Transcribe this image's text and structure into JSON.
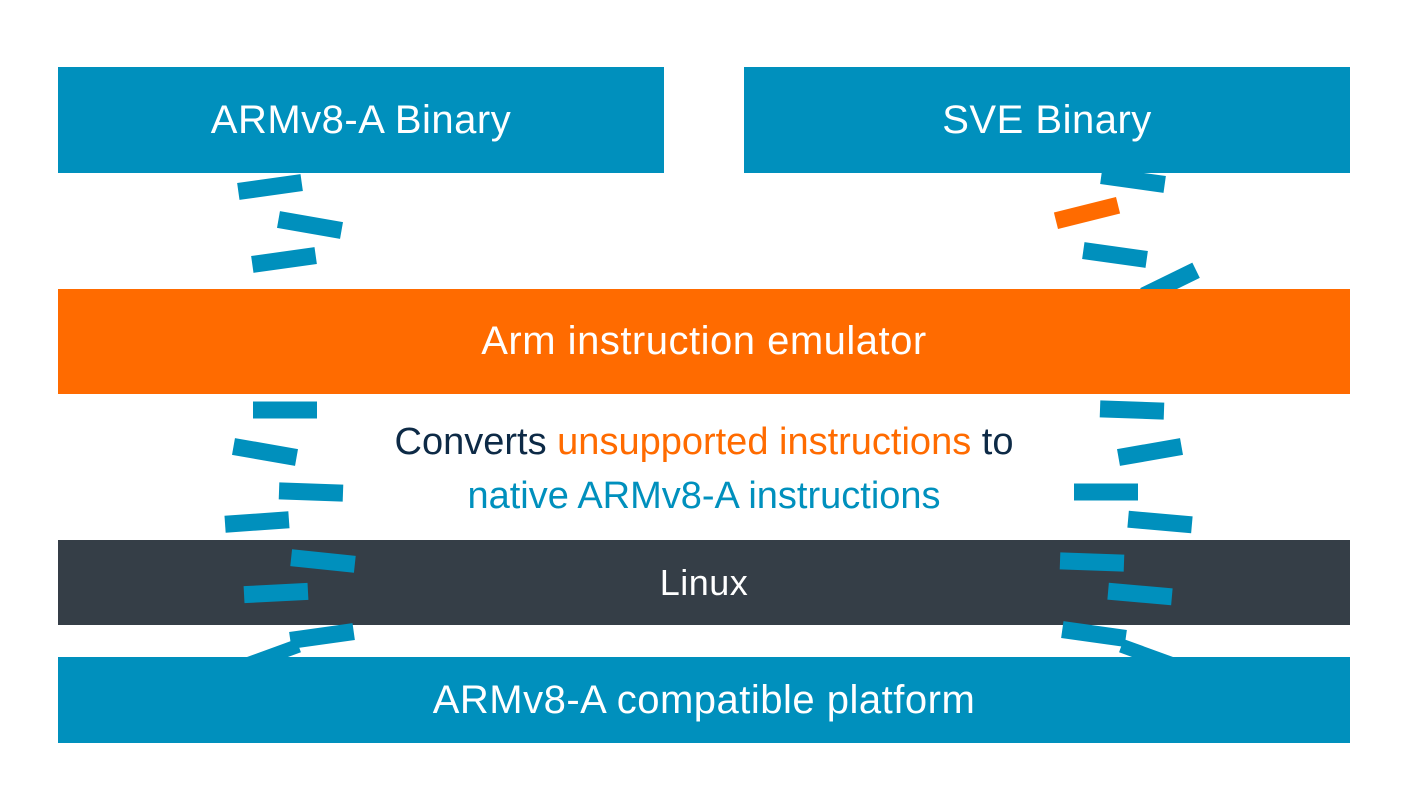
{
  "colors": {
    "blue": "#0090bd",
    "orange": "#ff6b00",
    "dark": "#353e47",
    "navy": "#0d2a46",
    "white": "#ffffff"
  },
  "boxes": {
    "armv8_binary": "ARMv8-A Binary",
    "sve_binary": "SVE Binary",
    "emulator": "Arm instruction emulator",
    "linux": "Linux",
    "platform": "ARMv8-A compatible platform"
  },
  "caption": {
    "part1": "Converts ",
    "part2": "unsupported instructions",
    "part3": " to",
    "part4": "native ARMv8-A instructions"
  }
}
